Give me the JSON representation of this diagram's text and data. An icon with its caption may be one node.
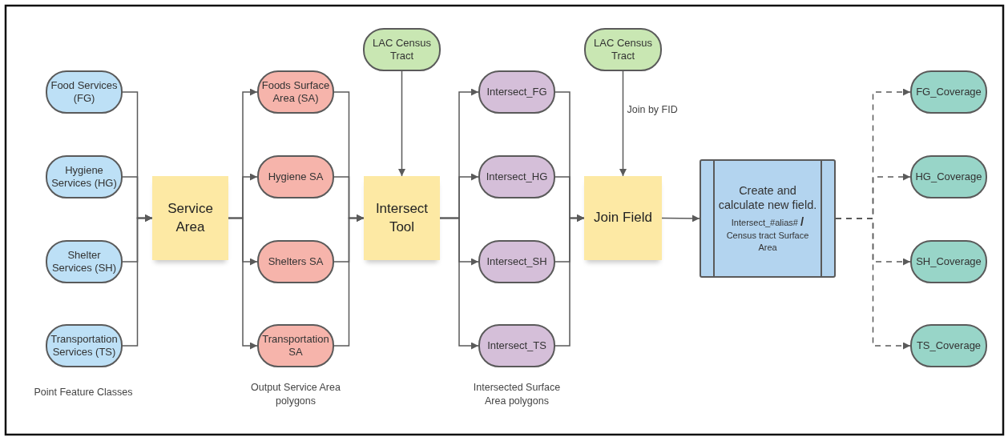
{
  "diagram": {
    "nodes": [
      {
        "text": [
          "Food Services (FG)"
        ]
      },
      {
        "text": [
          "Hygiene Services (HG)"
        ]
      },
      {
        "text": [
          "Shelter Services (SH)"
        ]
      },
      {
        "text": [
          "Transportation Services (TS)"
        ]
      },
      {
        "text": [
          "Service Area"
        ]
      },
      {
        "text": [
          "Foods Surface Area (SA)"
        ]
      },
      {
        "text": [
          "Hygiene SA"
        ]
      },
      {
        "text": [
          "Shelters SA"
        ]
      },
      {
        "text": [
          "Transportation SA"
        ]
      },
      {
        "text": [
          "LAC Census Tract"
        ]
      },
      {
        "text": [
          "Intersect Tool"
        ]
      },
      {
        "text": [
          "Intersect_FG"
        ]
      },
      {
        "text": [
          "Intersect_HG"
        ]
      },
      {
        "text": [
          "Intersect_SH"
        ]
      },
      {
        "text": [
          "Intersect_TS"
        ]
      },
      {
        "text": [
          "LAC Census Tract"
        ]
      },
      {
        "text": [
          "Join Field"
        ]
      },
      {
        "text": [
          "Create and calculate new field.",
          "Intersect_#alias# **/** Census tract Surface Area"
        ]
      },
      {
        "text": [
          "FG_Coverage"
        ]
      },
      {
        "text": [
          "HG_Coverage"
        ]
      },
      {
        "text": [
          "SH_Coverage"
        ]
      },
      {
        "text": [
          "TS_Coverage"
        ]
      }
    ],
    "edges": [
      {
        "from": 0,
        "to": 4,
        "arrow": "to"
      },
      {
        "from": 1,
        "to": 4,
        "arrow": "to"
      },
      {
        "from": 2,
        "to": 4,
        "arrow": "to"
      },
      {
        "from": 3,
        "to": 4,
        "arrow": "to"
      },
      {
        "from": 4,
        "to": 5,
        "arrow": "to"
      },
      {
        "from": 4,
        "to": 6,
        "arrow": "to"
      },
      {
        "from": 4,
        "to": 7,
        "arrow": "to"
      },
      {
        "from": 4,
        "to": 8,
        "arrow": "to"
      },
      {
        "from": 5,
        "to": 10,
        "arrow": "to"
      },
      {
        "from": 6,
        "to": 10,
        "arrow": "to"
      },
      {
        "from": 7,
        "to": 10,
        "arrow": "to"
      },
      {
        "from": 8,
        "to": 10,
        "arrow": "to"
      },
      {
        "from": 9,
        "to": 10,
        "arrow": "to"
      },
      {
        "from": 10,
        "to": 11,
        "arrow": "to"
      },
      {
        "from": 10,
        "to": 12,
        "arrow": "to"
      },
      {
        "from": 10,
        "to": 13,
        "arrow": "to"
      },
      {
        "from": 10,
        "to": 14,
        "arrow": "to"
      },
      {
        "from": 11,
        "to": 16,
        "arrow": "to"
      },
      {
        "from": 12,
        "to": 16,
        "arrow": "to"
      },
      {
        "from": 13,
        "to": 16,
        "arrow": "to"
      },
      {
        "from": 14,
        "to": 16,
        "arrow": "to"
      },
      {
        "from": 15,
        "to": 16,
        "arrow": "to",
        "label": "Join by FID"
      },
      {
        "from": 16,
        "to": 17,
        "arrow": "to"
      },
      {
        "from": 17,
        "to": 18,
        "arrow": "to",
        "style": "dashed"
      },
      {
        "from": 17,
        "to": 19,
        "arrow": "to",
        "style": "dashed"
      },
      {
        "from": 17,
        "to": 20,
        "arrow": "to",
        "style": "dashed"
      },
      {
        "from": 17,
        "to": 21,
        "arrow": "to",
        "style": "dashed"
      }
    ],
    "labels": [
      "Point Feature Classes",
      "Output Service Area polygons",
      "Intersected Surface Area polygons"
    ]
  }
}
